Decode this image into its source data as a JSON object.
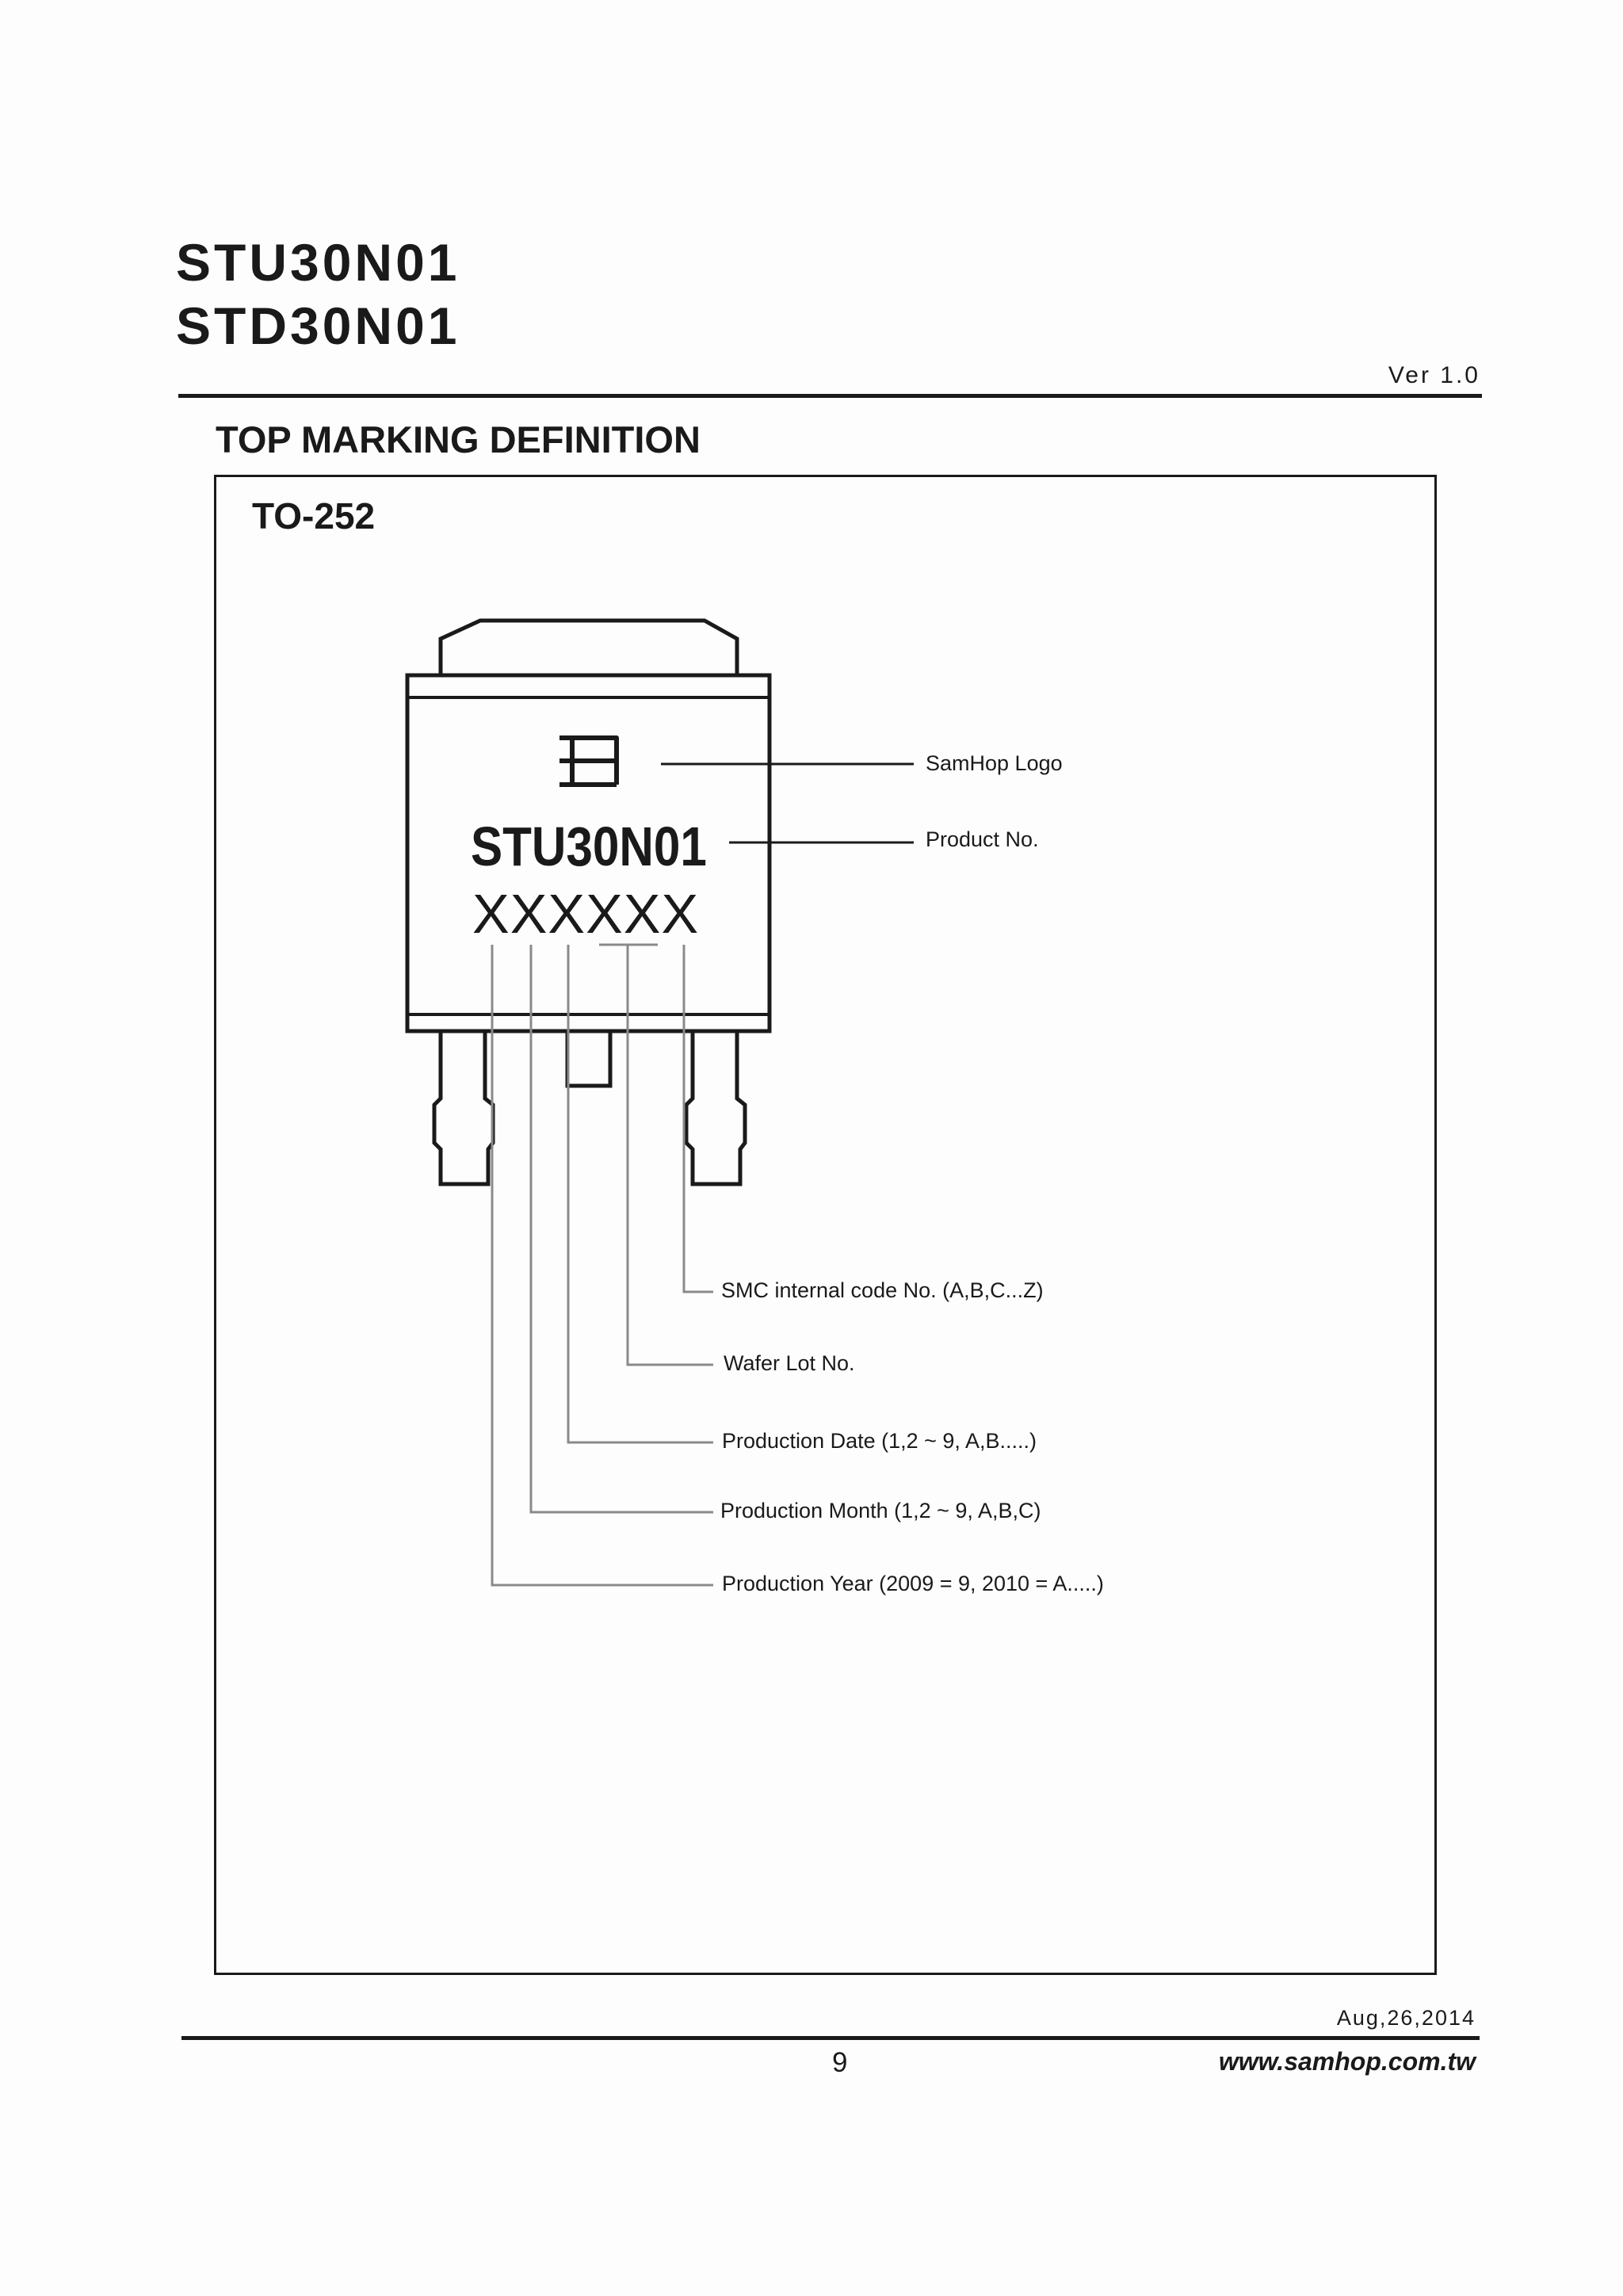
{
  "header": {
    "part_numbers": [
      "STU30N01",
      "STD30N01"
    ],
    "version": "Ver 1.0"
  },
  "section": {
    "title": "TOP MARKING DEFINITION",
    "package": "TO-252"
  },
  "chip": {
    "part_marking": "STU30N01",
    "code_marking": "XXXXXX",
    "logo_icon": "samhop-logo-icon"
  },
  "callouts": {
    "logo": "SamHop Logo",
    "product": "Product No.",
    "smc_code": "SMC internal code No. (A,B,C...Z)",
    "wafer_lot": "Wafer Lot No.",
    "prod_date": "Production Date (1,2 ~ 9, A,B.....)",
    "prod_month": "Production Month (1,2 ~ 9, A,B,C)",
    "prod_year": "Production Year (2009 = 9, 2010 = A.....)"
  },
  "footer": {
    "date": "Aug,26,2014",
    "page_number": "9",
    "website": "www.samhop.com.tw"
  }
}
